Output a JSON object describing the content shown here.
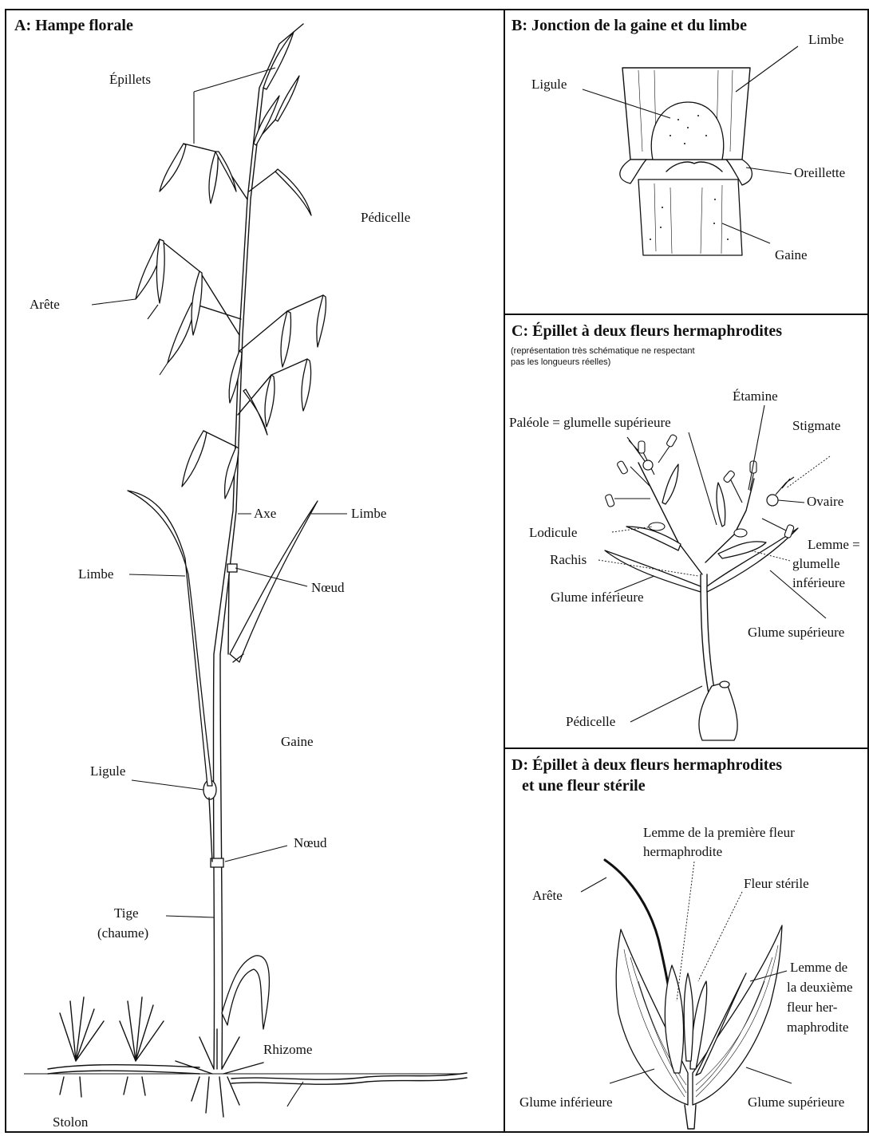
{
  "panels": {
    "a": {
      "title": "A: Hampe florale",
      "labels": {
        "epillets": "Épillets",
        "pedicelle": "Pédicelle",
        "arete": "Arête",
        "axe": "Axe",
        "limbe_right": "Limbe",
        "noeud_upper": "Nœud",
        "limbe_left": "Limbe",
        "gaine": "Gaine",
        "ligule": "Ligule",
        "noeud_lower": "Nœud",
        "tige_line1": "Tige",
        "tige_line2": "(chaume)",
        "rhizome": "Rhizome",
        "stolon": "Stolon"
      }
    },
    "b": {
      "title": "B: Jonction de la gaine et du limbe",
      "labels": {
        "limbe": "Limbe",
        "ligule": "Ligule",
        "oreillette": "Oreillette",
        "gaine": "Gaine"
      }
    },
    "c": {
      "title": "C: Épillet à deux fleurs hermaphrodites",
      "note_line1": "(représentation très schématique ne respectant",
      "note_line2": "pas les longueurs réelles)",
      "labels": {
        "etamine": "Étamine",
        "paleole": "Paléole = glumelle supérieure",
        "stigmate": "Stigmate",
        "ovaire": "Ovaire",
        "lodicule": "Lodicule",
        "lemme_line1": "Lemme =",
        "lemme_line2": "glumelle",
        "lemme_line3": "inférieure",
        "rachis": "Rachis",
        "glume_inf": "Glume inférieure",
        "glume_sup": "Glume supérieure",
        "pedicelle": "Pédicelle"
      }
    },
    "d": {
      "title_line1": "D: Épillet à deux fleurs hermaphrodites",
      "title_line2": "et une fleur stérile",
      "labels": {
        "lemme1_line1": "Lemme de la première fleur",
        "lemme1_line2": "hermaphrodite",
        "arete": "Arête",
        "fleur_sterile": "Fleur stérile",
        "lemme2_line1": "Lemme de",
        "lemme2_line2": "la deuxième",
        "lemme2_line3": "fleur her-",
        "lemme2_line4": "maphrodite",
        "glume_inf": "Glume inférieure",
        "glume_sup": "Glume supérieure"
      }
    }
  }
}
